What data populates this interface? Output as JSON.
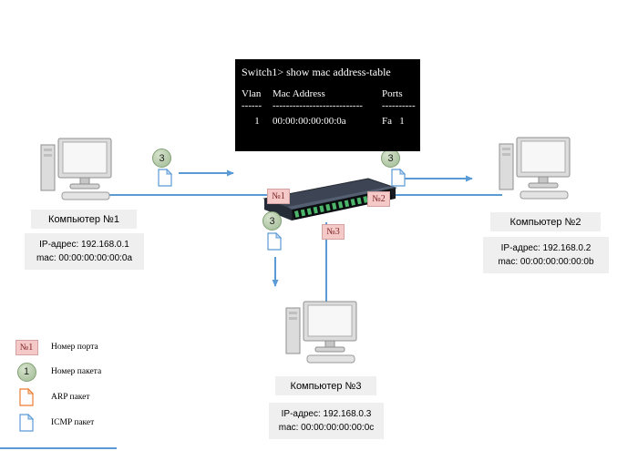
{
  "terminal": {
    "command": "Switch1> show mac address-table",
    "table": {
      "header": {
        "vlan": "Vlan",
        "mac": "Mac Address",
        "ports": "Ports"
      },
      "separator": {
        "vlan": "------",
        "mac": "---------------------------",
        "ports": "----------"
      },
      "row": {
        "vlan": "1",
        "mac": "00:00:00:00:00:0a",
        "ports": "Fa   1"
      }
    }
  },
  "computers": {
    "pc1": {
      "title": "Компьютер №1",
      "ip": "IP-адрес: 192.168.0.1",
      "mac": "mac: 00:00:00:00:00:0a"
    },
    "pc2": {
      "title": "Компьютер №2",
      "ip": "IP-адрес: 192.168.0.2",
      "mac": "mac: 00:00:00:00:00:0b"
    },
    "pc3": {
      "title": "Компьютер №3",
      "ip": "IP-адрес: 192.168.0.3",
      "mac": "mac: 00:00:00:00:00:0c"
    }
  },
  "switch": {
    "port1_label": "№1",
    "port2_label": "№2",
    "port3_label": "№3"
  },
  "packets": {
    "left_number": "3",
    "right_number": "3",
    "bottom_number": "3"
  },
  "legend": {
    "port_badge": "№1",
    "port_label": "Номер порта",
    "packet_badge": "1",
    "packet_label": "Номер пакета",
    "arp_label": "ARP пакет",
    "icmp_label": "ICMP пакет"
  },
  "colors": {
    "link_blue": "#5b9bd5",
    "packet_number_green": "#a9c19d",
    "port_badge_pink": "#f6c9c9",
    "arp_orange": "#ed7d31",
    "icmp_blue": "#5b9bd5",
    "terminal_bg": "#000000"
  }
}
